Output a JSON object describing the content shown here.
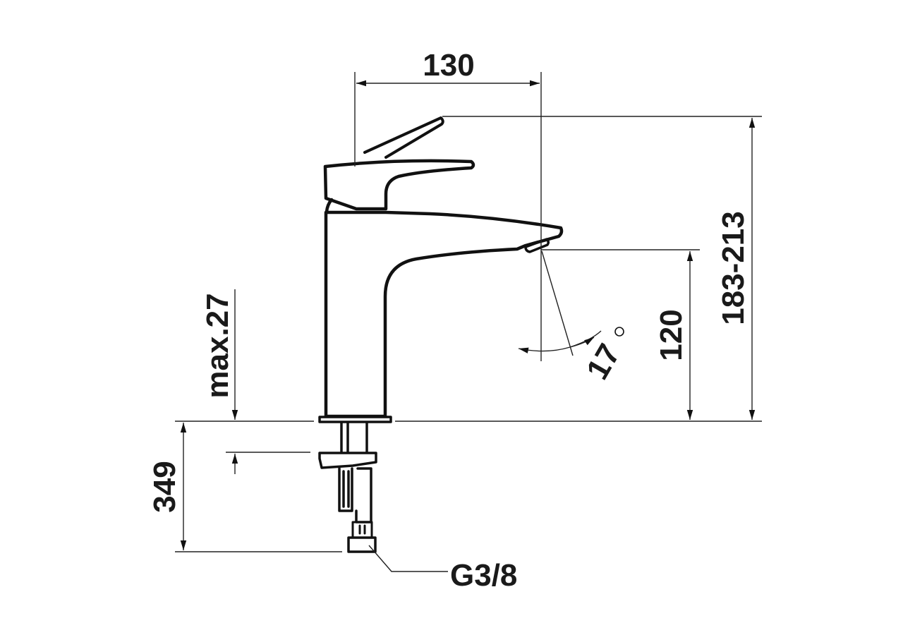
{
  "drawing": {
    "subject": "Single-lever basin mixer faucet, side view technical drawing",
    "line_color": "#111111",
    "background": "#ffffff"
  },
  "dimensions": {
    "spout_reach": "130",
    "overall_height": "183-213",
    "spout_outlet_height": "120",
    "spout_angle": "17",
    "degree_symbol": "°",
    "max_countertop_thickness": "max.27",
    "connection_hose_length": "349",
    "connection_thread": "G3/8"
  }
}
